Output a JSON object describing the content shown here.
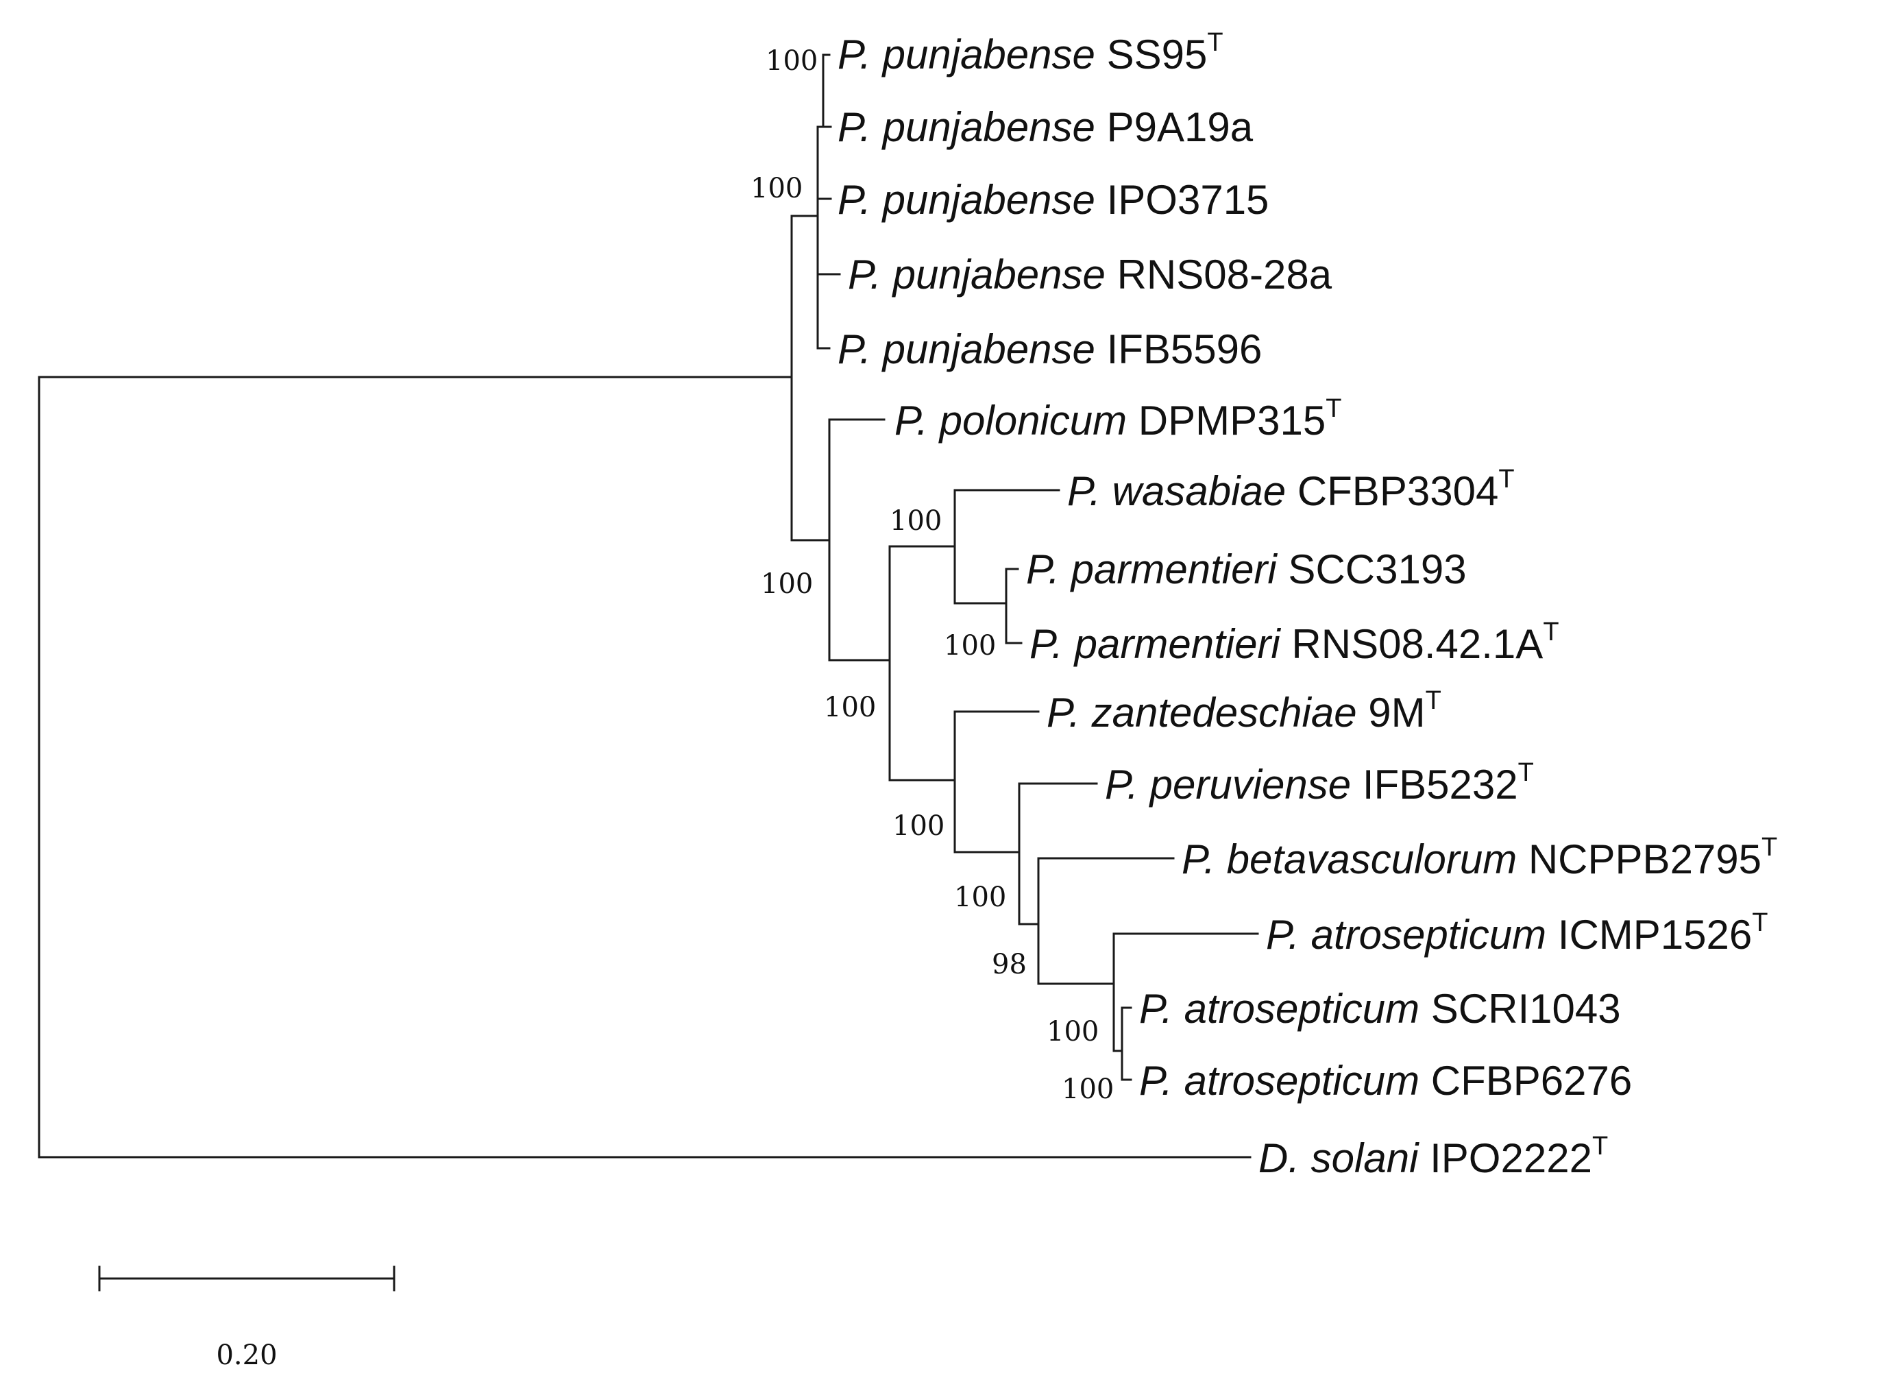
{
  "tree": {
    "taxa": [
      {
        "id": "t1",
        "genus": "P. punjabense",
        "strain": "SS95",
        "type_strain": true
      },
      {
        "id": "t2",
        "genus": "P. punjabense",
        "strain": "P9A19a",
        "type_strain": false
      },
      {
        "id": "t3",
        "genus": "P. punjabense",
        "strain": "IPO3715",
        "type_strain": false
      },
      {
        "id": "t4",
        "genus": "P. punjabense",
        "strain": "RNS08-28a",
        "type_strain": false
      },
      {
        "id": "t5",
        "genus": "P. punjabense",
        "strain": "IFB5596",
        "type_strain": false
      },
      {
        "id": "t6",
        "genus": "P. polonicum",
        "strain": "DPMP315",
        "type_strain": true
      },
      {
        "id": "t7",
        "genus": "P. wasabiae",
        "strain": "CFBP3304",
        "type_strain": true
      },
      {
        "id": "t8",
        "genus": "P. parmentieri",
        "strain": "SCC3193",
        "type_strain": false
      },
      {
        "id": "t9",
        "genus": "P. parmentieri",
        "strain": "RNS08.42.1A",
        "type_strain": true
      },
      {
        "id": "t10",
        "genus": "P. zantedeschiae",
        "strain": "9M",
        "type_strain": true
      },
      {
        "id": "t11",
        "genus": "P. peruviense",
        "strain": "IFB5232",
        "type_strain": true
      },
      {
        "id": "t12",
        "genus": "P. betavasculorum",
        "strain": "NCPPB2795",
        "type_strain": true
      },
      {
        "id": "t13",
        "genus": "P. atrosepticum",
        "strain": "ICMP1526",
        "type_strain": true
      },
      {
        "id": "t14",
        "genus": "P. atrosepticum",
        "strain": "SCRI1043",
        "type_strain": false
      },
      {
        "id": "t15",
        "genus": "P. atrosepticum",
        "strain": "CFBP6276",
        "type_strain": false
      },
      {
        "id": "t16",
        "genus": "D. solani",
        "strain": "IPO2222",
        "type_strain": true
      }
    ],
    "type_mark": "T",
    "support_values": [
      {
        "id": "s1",
        "value": "100"
      },
      {
        "id": "s2",
        "value": "100"
      },
      {
        "id": "s3",
        "value": "100"
      },
      {
        "id": "s4",
        "value": "100"
      },
      {
        "id": "s5",
        "value": "100"
      },
      {
        "id": "s6",
        "value": "100"
      },
      {
        "id": "s7",
        "value": "100"
      },
      {
        "id": "s8",
        "value": "100"
      },
      {
        "id": "s9",
        "value": "98"
      },
      {
        "id": "s10",
        "value": "100"
      },
      {
        "id": "s11",
        "value": "100"
      }
    ]
  },
  "scale_bar": {
    "label": "0.20",
    "value": 0.2
  }
}
